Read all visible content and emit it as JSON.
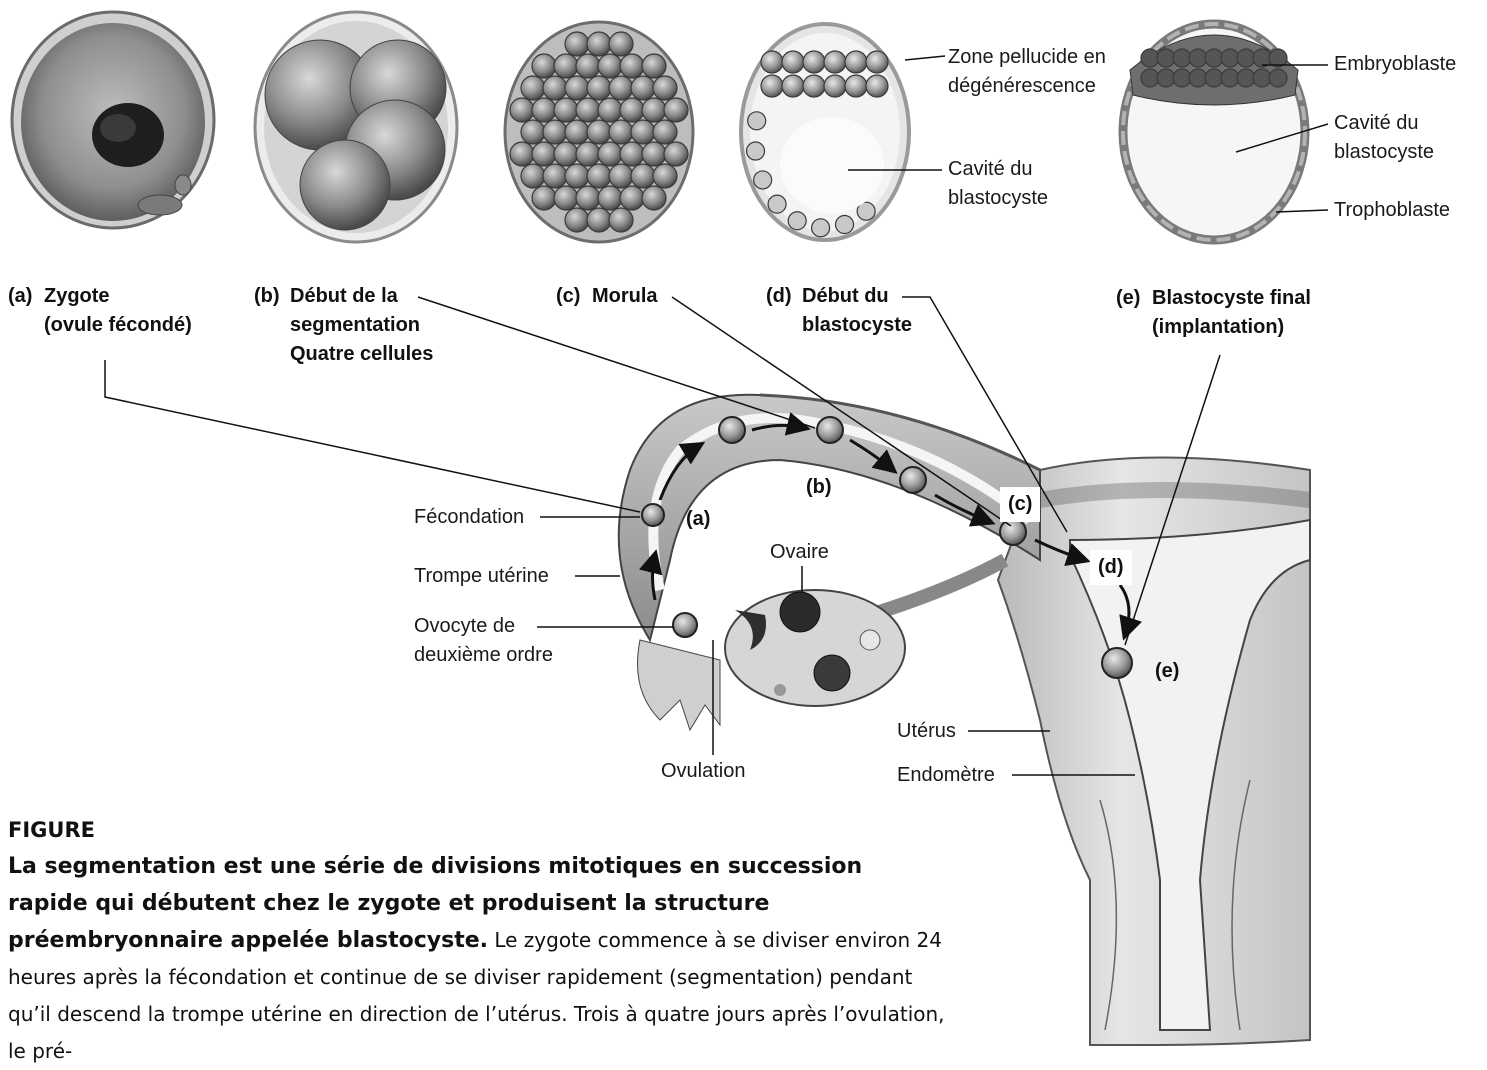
{
  "cells": {
    "pellucida_label": [
      "Zone pellucide en",
      "dégénérescence"
    ],
    "cavity_label_d": [
      "Cavité du",
      "blastocyste"
    ],
    "embryoblast_label": "Embryoblaste",
    "cavity_label_e": [
      "Cavité du",
      "blastocyste"
    ],
    "trophoblast_label": "Trophoblaste"
  },
  "stages": [
    {
      "prefix": "(a)",
      "lines": [
        "Zygote",
        "(ovule fécondé)"
      ]
    },
    {
      "prefix": "(b)",
      "lines": [
        "Début de la",
        "segmentation",
        "Quatre cellules"
      ]
    },
    {
      "prefix": "(c)",
      "lines": [
        "Morula"
      ]
    },
    {
      "prefix": "(d)",
      "lines": [
        "Début du",
        "blastocyste"
      ]
    },
    {
      "prefix": "(e)",
      "lines": [
        "Blastocyste final",
        "(implantation)"
      ]
    }
  ],
  "anatomy": {
    "fecondation": "Fécondation",
    "trompe": "Trompe utérine",
    "ovocyte": [
      "Ovocyte de",
      "deuxième ordre"
    ],
    "ovaire": "Ovaire",
    "ovulation": "Ovulation",
    "uterus": "Utérus",
    "endometre": "Endomètre",
    "inline_a": "(a)",
    "inline_b": "(b)",
    "inline_c": "(c)",
    "inline_d": "(d)",
    "inline_e": "(e)"
  },
  "caption": {
    "figure": "FIGURE",
    "bold_text": "La segmentation est une série de divisions mitotiques en succession rapide qui débutent chez le zygote et produisent la structure préembryonnaire appelée blastocyste.",
    "body_text": " Le zygote commence à se diviser environ 24 heures après la fécondation et continue de se diviser rapidement (segmentation) pendant qu’il descend la trompe utérine en direction de l’utérus. Trois à quatre jours après l’ovulation, le pré-"
  }
}
